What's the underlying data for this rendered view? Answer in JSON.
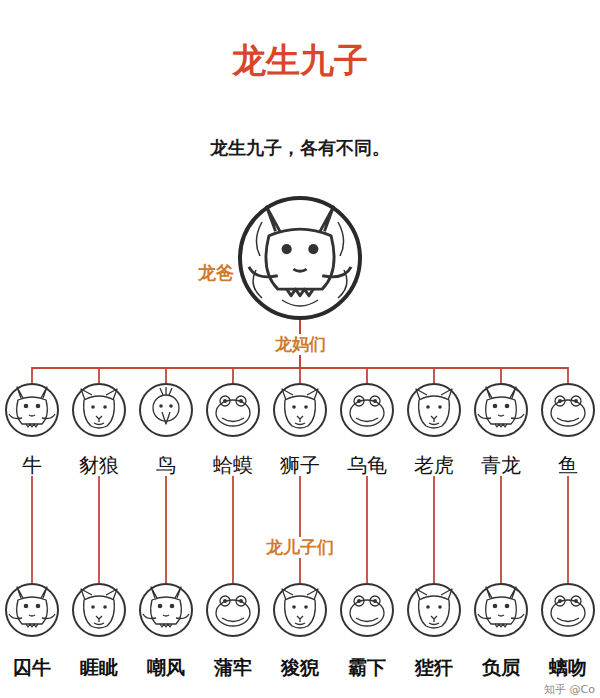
{
  "diagram": {
    "title": "龙生九子",
    "nodes": [
      {
        "text": [
          "龙爸"
        ]
      },
      {
        "text": [
          "牛"
        ]
      },
      {
        "text": [
          "豺狼"
        ]
      },
      {
        "text": [
          "鸟"
        ]
      },
      {
        "text": [
          "蛤蟆"
        ]
      },
      {
        "text": [
          "狮子"
        ]
      },
      {
        "text": [
          "乌龟"
        ]
      },
      {
        "text": [
          "老虎"
        ]
      },
      {
        "text": [
          "青龙"
        ]
      },
      {
        "text": [
          "鱼"
        ]
      },
      {
        "text": [
          "囚牛"
        ]
      },
      {
        "text": [
          "睚眦"
        ]
      },
      {
        "text": [
          "嘲风"
        ]
      },
      {
        "text": [
          "蒲牢"
        ]
      },
      {
        "text": [
          "狻猊"
        ]
      },
      {
        "text": [
          "霸下"
        ]
      },
      {
        "text": [
          "狴犴"
        ]
      },
      {
        "text": [
          "负屃"
        ]
      },
      {
        "text": [
          "螭吻"
        ]
      }
    ],
    "edges": [
      {
        "from": 0,
        "to": 1,
        "arrow": "none"
      },
      {
        "from": 0,
        "to": 2,
        "arrow": "none"
      },
      {
        "from": 0,
        "to": 3,
        "arrow": "none"
      },
      {
        "from": 0,
        "to": 4,
        "arrow": "none"
      },
      {
        "from": 0,
        "to": 5,
        "arrow": "none"
      },
      {
        "from": 0,
        "to": 6,
        "arrow": "none"
      },
      {
        "from": 0,
        "to": 7,
        "arrow": "none"
      },
      {
        "from": 0,
        "to": 8,
        "arrow": "none"
      },
      {
        "from": 0,
        "to": 9,
        "arrow": "none"
      },
      {
        "from": 1,
        "to": 10,
        "arrow": "none"
      },
      {
        "from": 2,
        "to": 11,
        "arrow": "none"
      },
      {
        "from": 3,
        "to": 12,
        "arrow": "none"
      },
      {
        "from": 4,
        "to": 13,
        "arrow": "none"
      },
      {
        "from": 5,
        "to": 14,
        "arrow": "none"
      },
      {
        "from": 6,
        "to": 15,
        "arrow": "none"
      },
      {
        "from": 7,
        "to": 16,
        "arrow": "none"
      },
      {
        "from": 8,
        "to": 17,
        "arrow": "none"
      },
      {
        "from": 9,
        "to": 18,
        "arrow": "none"
      }
    ],
    "labels": [
      "龙生九子，各有不同。",
      "龙妈们",
      "龙儿子们",
      "知乎 @Co"
    ]
  }
}
